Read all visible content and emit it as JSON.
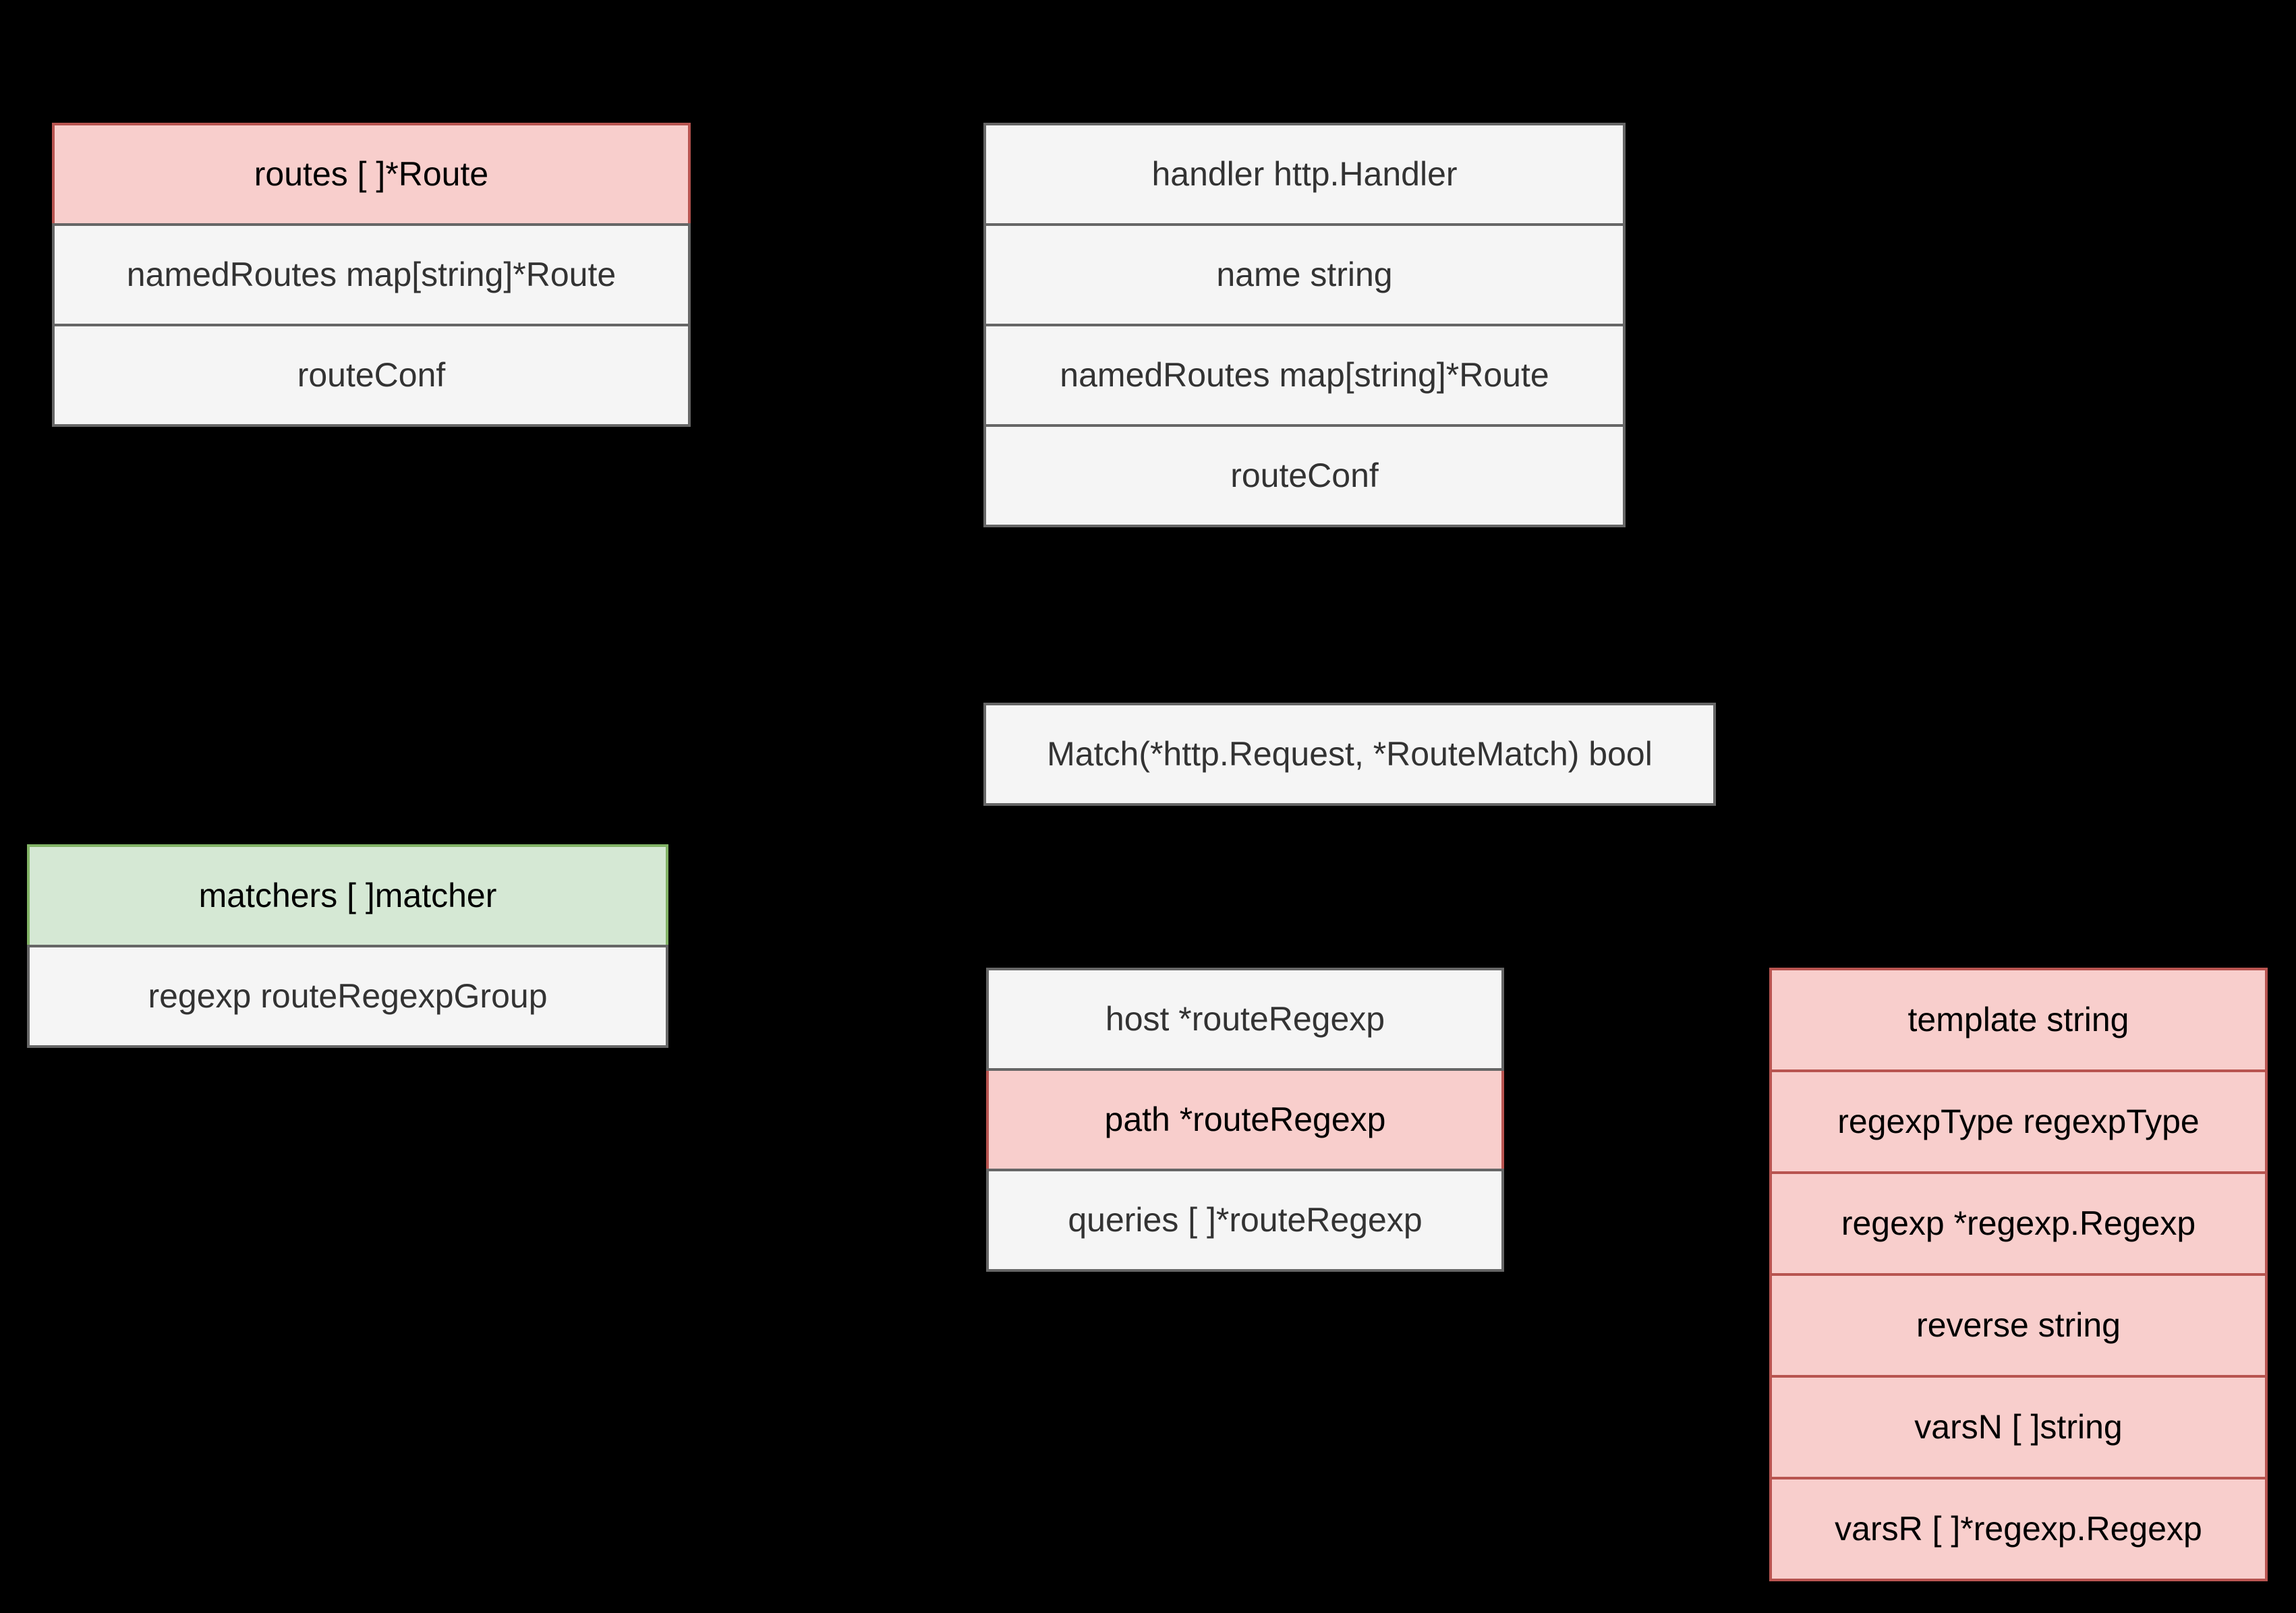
{
  "background_color": "#000000",
  "palette": {
    "gray_fill": "#f5f5f5",
    "gray_border": "#666666",
    "gray_text": "#333333",
    "red_fill": "#f8cecc",
    "red_border": "#b85450",
    "green_fill": "#d5e8d4",
    "green_border": "#82b366",
    "colored_text": "#000000"
  },
  "diagram": {
    "type": "struct-field-table-diagram",
    "boxes": [
      {
        "name": "router-struct-box",
        "rows": [
          {
            "text": "routes [ ]*Route",
            "highlight": "red"
          },
          {
            "text": "namedRoutes map[string]*Route",
            "highlight": "none"
          },
          {
            "text": "routeConf",
            "highlight": "none"
          }
        ]
      },
      {
        "name": "route-struct-box",
        "rows": [
          {
            "text": "handler http.Handler",
            "highlight": "none"
          },
          {
            "text": "name string",
            "highlight": "none"
          },
          {
            "text": "namedRoutes map[string]*Route",
            "highlight": "none"
          },
          {
            "text": "routeConf",
            "highlight": "none"
          }
        ]
      },
      {
        "name": "matcher-interface-box",
        "rows": [
          {
            "text": "Match(*http.Request, *RouteMatch) bool",
            "highlight": "none"
          }
        ]
      },
      {
        "name": "route-conf-box",
        "rows": [
          {
            "text": "matchers [ ]matcher",
            "highlight": "green"
          },
          {
            "text": "regexp routeRegexpGroup",
            "highlight": "none"
          }
        ]
      },
      {
        "name": "route-regexp-group-box",
        "rows": [
          {
            "text": "host *routeRegexp",
            "highlight": "none"
          },
          {
            "text": "path *routeRegexp",
            "highlight": "red"
          },
          {
            "text": "queries [ ]*routeRegexp",
            "highlight": "none"
          }
        ]
      },
      {
        "name": "route-regexp-struct-box",
        "rows": [
          {
            "text": "template string",
            "highlight": "red"
          },
          {
            "text": "regexpType regexpType",
            "highlight": "red"
          },
          {
            "text": "regexp *regexp.Regexp",
            "highlight": "red"
          },
          {
            "text": "reverse string",
            "highlight": "red"
          },
          {
            "text": "varsN [ ]string",
            "highlight": "red"
          },
          {
            "text": "varsR [ ]*regexp.Regexp",
            "highlight": "red"
          }
        ]
      }
    ]
  }
}
